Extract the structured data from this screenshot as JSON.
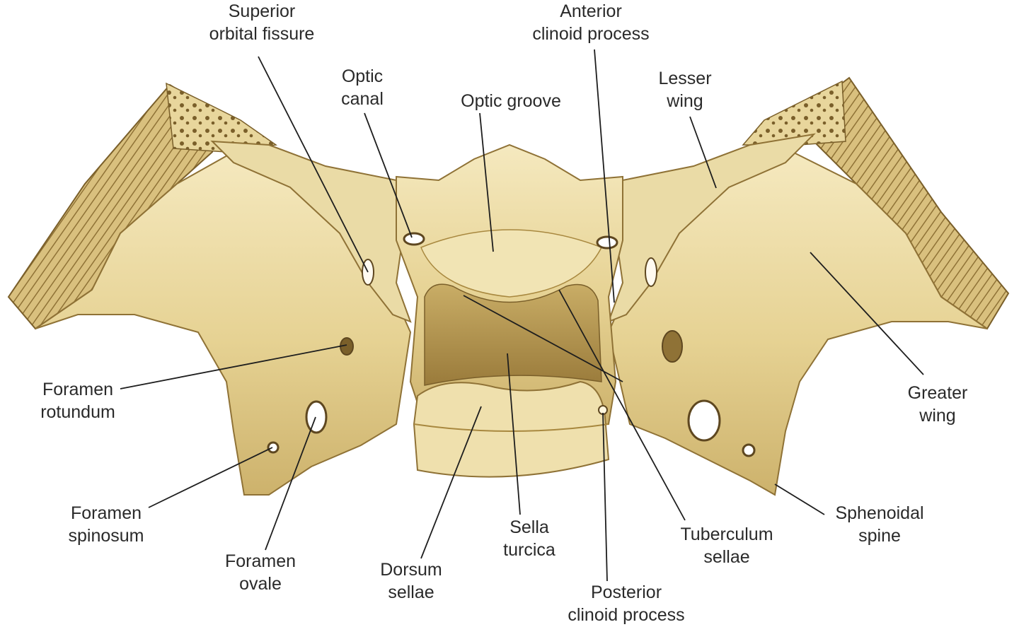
{
  "colors": {
    "bone_light": "#f3e6b8",
    "bone_mid": "#e2cd8a",
    "bone_dark": "#b99a55",
    "bone_shadow": "#8f7236",
    "leader": "#1e1e1e",
    "text": "#2a2a2a"
  },
  "labels": {
    "superior_orbital_fissure": [
      "Superior",
      "orbital fissure"
    ],
    "anterior_clinoid_process": [
      "Anterior",
      "clinoid process"
    ],
    "optic_canal": [
      "Optic",
      "canal"
    ],
    "optic_groove": [
      "Optic groove"
    ],
    "lesser_wing": [
      "Lesser",
      "wing"
    ],
    "foramen_rotundum": [
      "Foramen",
      "rotundum"
    ],
    "greater_wing": [
      "Greater",
      "wing"
    ],
    "foramen_spinosum": [
      "Foramen",
      "spinosum"
    ],
    "sphenoidal_spine": [
      "Sphenoidal",
      "spine"
    ],
    "sella_turcica": [
      "Sella",
      "turcica"
    ],
    "tuberculum_sellae": [
      "Tuberculum",
      "sellae"
    ],
    "foramen_ovale": [
      "Foramen",
      "ovale"
    ],
    "dorsum_sellae": [
      "Dorsum",
      "sellae"
    ],
    "posterior_clinoid_process": [
      "Posterior",
      "clinoid process"
    ]
  }
}
